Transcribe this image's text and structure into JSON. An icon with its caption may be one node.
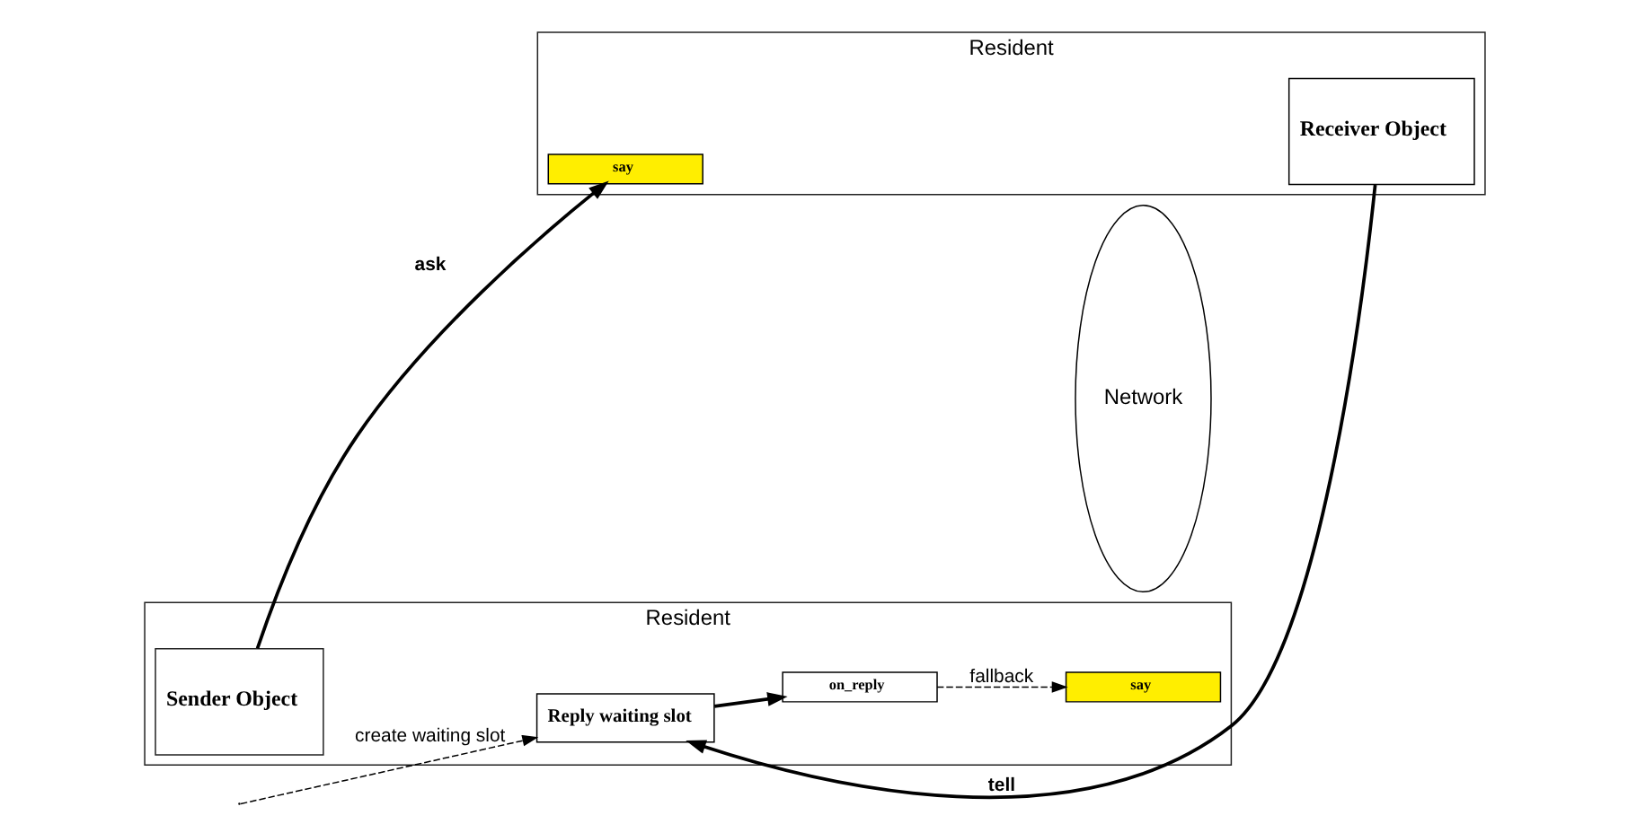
{
  "diagram": {
    "nodes": [
      {
        "text": [
          "Resident"
        ]
      },
      {
        "text": [
          "Sender Object"
        ],
        "in": 0
      },
      {
        "text": [
          "say"
        ],
        "in": 0
      },
      {
        "text": [
          "on_reply"
        ],
        "in": 0
      },
      {
        "text": [
          "Reply waiting slot"
        ],
        "in": 0
      },
      {
        "text": [
          "Network"
        ]
      },
      {
        "text": [
          "Resident"
        ]
      },
      {
        "text": [
          "say"
        ],
        "in": 6
      },
      {
        "text": [
          "Receiver Object"
        ],
        "in": 6
      }
    ],
    "edges": [
      {
        "from": 1,
        "to": 7,
        "arrow": "to",
        "label": "ask"
      },
      {
        "from": 8,
        "to": 4,
        "arrow": "to",
        "label": "tell"
      },
      {
        "from": 4,
        "to": 3,
        "arrow": "to"
      },
      {
        "from": 3,
        "to": 2,
        "arrow": "to",
        "label": "fallback",
        "style": "dashed"
      },
      {
        "from": null,
        "to": 4,
        "arrow": "to",
        "label": "create waiting slot",
        "style": "dashed"
      }
    ]
  }
}
